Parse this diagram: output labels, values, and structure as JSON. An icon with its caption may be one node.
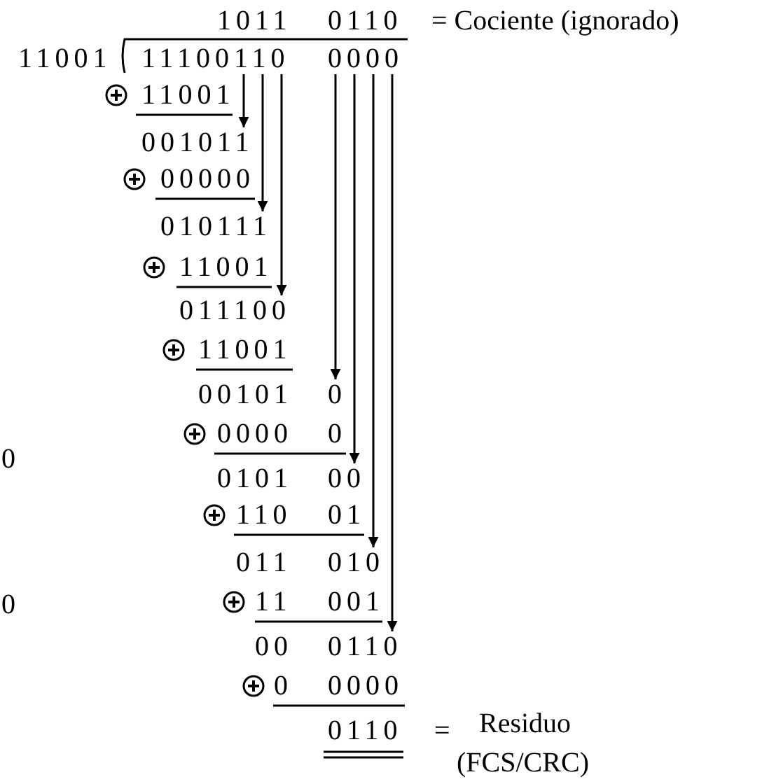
{
  "diagram": {
    "nodes": [
      {
        "text": [
          "11100110",
          "0000"
        ]
      },
      {
        "text": [
          "001011"
        ]
      },
      {
        "text": [
          "010111"
        ]
      },
      {
        "text": [
          "011100"
        ]
      },
      {
        "text": [
          "00101",
          "0"
        ]
      },
      {
        "text": [
          "0101",
          "00"
        ]
      },
      {
        "text": [
          "011",
          "010"
        ]
      },
      {
        "text": [
          "00",
          "0110"
        ]
      }
    ],
    "edges": [
      {
        "from": 0,
        "to": 1,
        "arrow": "to"
      },
      {
        "from": 0,
        "to": 2,
        "arrow": "to"
      },
      {
        "from": 0,
        "to": 3,
        "arrow": "to"
      },
      {
        "from": 0,
        "to": 4,
        "arrow": "to"
      },
      {
        "from": 0,
        "to": 5,
        "arrow": "to"
      },
      {
        "from": 0,
        "to": 6,
        "arrow": "to"
      },
      {
        "from": 0,
        "to": 7,
        "arrow": "to"
      }
    ],
    "labels": [
      "1011",
      "0110",
      "= Cociente (ignorado)",
      "11001",
      "11001",
      "00000",
      "11001",
      "11001",
      "0000",
      "0",
      "0",
      "110",
      "01",
      "0",
      "11",
      "001",
      "0",
      "0000",
      "0110",
      "=",
      "Residuo",
      "(FCS/CRC)"
    ]
  }
}
